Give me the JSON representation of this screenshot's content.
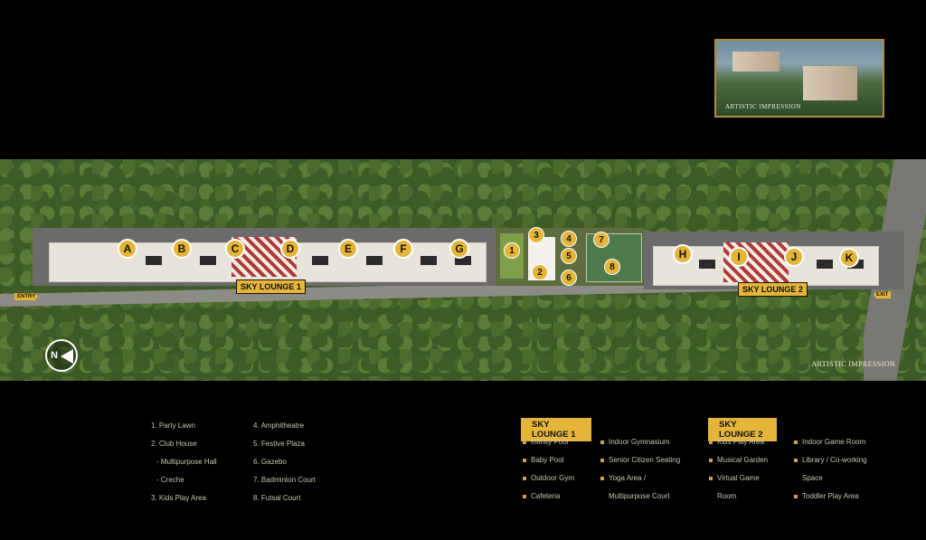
{
  "inset": {
    "label": "ARTISTIC IMPRESSION"
  },
  "map": {
    "impression_label": "ARTISTIC IMPRESSION",
    "entry_label": "ENTRY",
    "exit_label": "EXIT",
    "compass_label": "N",
    "towers": [
      "A",
      "B",
      "C",
      "D",
      "E",
      "F",
      "G",
      "H",
      "I",
      "J",
      "K"
    ],
    "amenities": [
      "1",
      "2",
      "3",
      "4",
      "5",
      "6",
      "7",
      "8"
    ],
    "sky_lounge_1": "SKY LOUNGE 1",
    "sky_lounge_2": "SKY LOUNGE 2"
  },
  "legend": {
    "col1": [
      "1.  Party Lawn",
      "2.  Club House",
      "- Multipurpose Hall",
      "- Creche",
      "3.  Kids Play Area"
    ],
    "col2": [
      "4.  Amphitheatre",
      "5.  Festive Plaza",
      "6.  Gazebo",
      "7.  Badminton Court",
      "8.  Futsal Court"
    ]
  },
  "sky_lounge_1": {
    "title": "SKY LOUNGE 1",
    "col1": [
      "Infinity Pool",
      "Baby Pool",
      "Outdoor Gym",
      "Cafeteria"
    ],
    "col2": [
      "Indoor Gymnasium",
      "Senior Citizen Seating",
      "Yoga Area /",
      "Multipurpose Court"
    ]
  },
  "sky_lounge_2": {
    "title": "SKY LOUNGE 2",
    "col1": [
      "Kids Play Area",
      "Musical Garden",
      "Virtual Game",
      "Room"
    ],
    "col2": [
      "Indoor Game Room",
      "Library / Co-working",
      "Space",
      "Toddler Play Area"
    ]
  },
  "colors": {
    "accent": "#e4b53a",
    "background": "#000000",
    "text": "#c9c3b3"
  }
}
